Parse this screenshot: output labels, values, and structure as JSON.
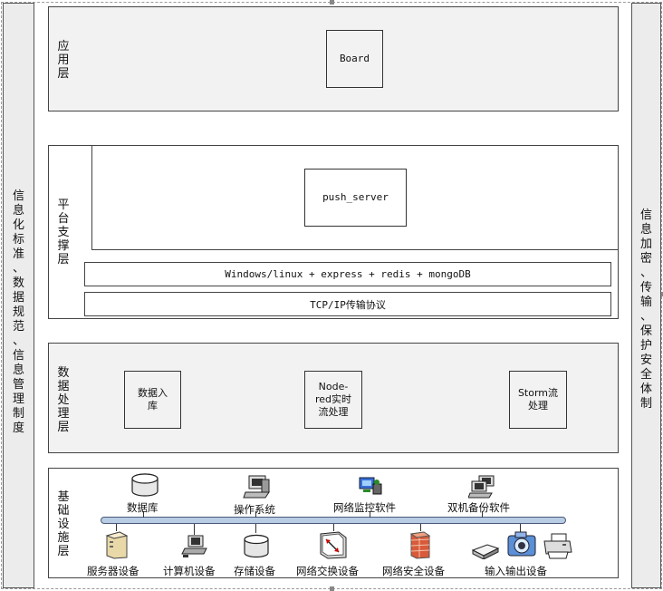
{
  "left_panel": {
    "text": "信息化标准、数据规范、信息管理制度"
  },
  "right_panel": {
    "text": "信息加密、传输、保护安全体制"
  },
  "application_layer": {
    "label": "应用层",
    "box": "Board"
  },
  "platform_layer": {
    "label": "平台支撑层",
    "box": "push_server",
    "stack_bar": "Windows/linux + express + redis + mongoDB",
    "protocol_bar": "TCP/IP传输协议"
  },
  "data_layer": {
    "label": "数据处理层",
    "boxes": [
      "数据入库",
      "Node-red实时流处理",
      "Storm流处理"
    ],
    "box1_lines": [
      "数据入",
      "库"
    ],
    "box2_lines": [
      "Node-",
      "red实时",
      "流处理"
    ],
    "box3_lines": [
      "Storm流",
      "处理"
    ]
  },
  "infra_layer": {
    "label": "基础设施层",
    "top_devices": [
      "数据库",
      "操作系统",
      "网络监控软件",
      "双机备份软件"
    ],
    "bottom_devices": [
      "服务器设备",
      "计算机设备",
      "存储设备",
      "网络交换设备",
      "网络安全设备",
      "输入输出设备"
    ],
    "icons_top": [
      "database-icon",
      "computer-icon",
      "network-monitor-icon",
      "backup-computer-icon"
    ],
    "icons_bottom": [
      "server-icon",
      "laptop-icon",
      "storage-disk-icon",
      "switch-icon",
      "firewall-icon",
      "scanner-icon",
      "camera-icon",
      "printer-icon"
    ],
    "bus_color": "#b8cce4"
  }
}
